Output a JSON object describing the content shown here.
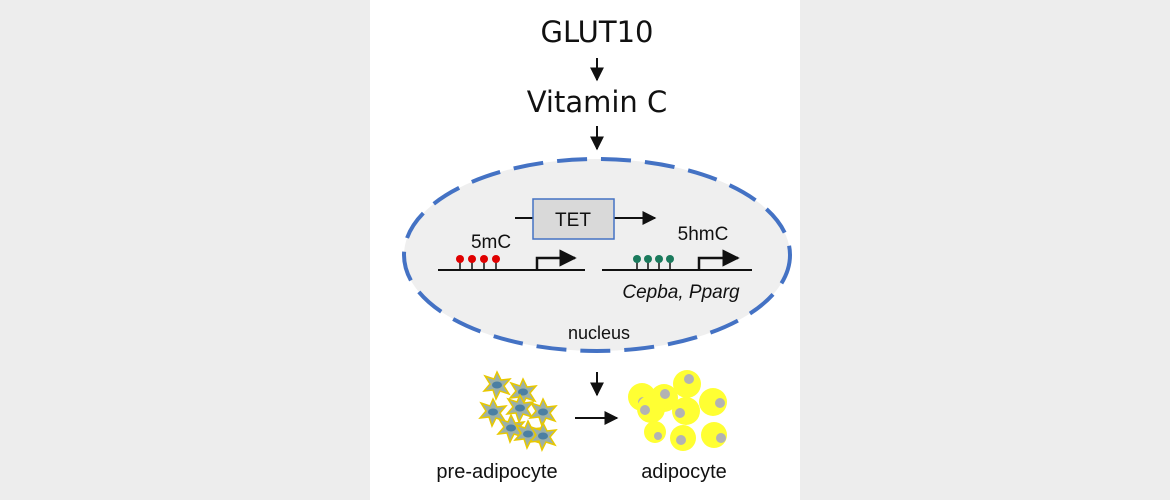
{
  "labels": {
    "glut10": "GLUT10",
    "vitamin_c": "Vitamin C",
    "tet": "TET",
    "five_mc": "5mC",
    "five_hmc": "5hmC",
    "genes": "Cepba, Pparg",
    "nucleus": "nucleus",
    "pre_adipocyte": "pre-adipocyte",
    "adipocyte": "adipocyte"
  },
  "colors": {
    "nucleus_border": "#4472c4",
    "nucleus_fill": "#efefef",
    "tet_box_fill": "#d9d9d9",
    "tet_box_border": "#4472c4",
    "methyl_mark": "#e00000",
    "hydroxymethyl_mark": "#1a7a5c",
    "adipocyte_fill": "#ffff33",
    "adipocyte_nucleus": "#b3b3b3",
    "preadipocyte_fill": "#9cb0a8",
    "preadipocyte_border": "#e8c800",
    "preadipocyte_nucleus": "#4b7fa3"
  }
}
